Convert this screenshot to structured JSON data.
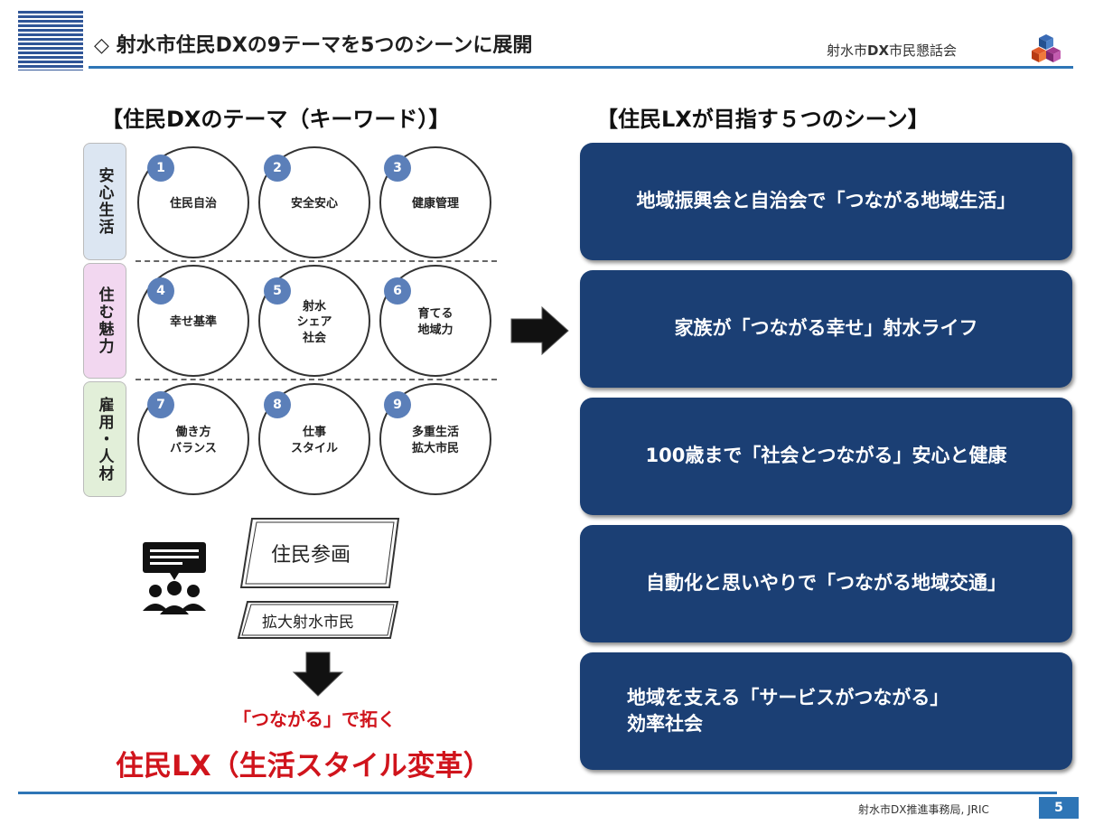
{
  "header": {
    "title": "◇ 射水市住民DXの9テーマを5つのシーンに展開",
    "org_prefix": "射水市",
    "org_bold": "DX",
    "org_suffix": "市民懇話会"
  },
  "themes": {
    "heading": "【住民DXのテーマ（キーワード）】",
    "categories": [
      {
        "label": "安心生活",
        "color": "#dce6f2"
      },
      {
        "label": "住む魅力",
        "color": "#f2d7f0"
      },
      {
        "label": "雇用・人材",
        "color": "#e2efd9"
      }
    ],
    "items": [
      {
        "num": "1",
        "label": "住民自治"
      },
      {
        "num": "2",
        "label": "安全安心"
      },
      {
        "num": "3",
        "label": "健康管理"
      },
      {
        "num": "4",
        "label": "幸せ基準"
      },
      {
        "num": "5",
        "label": "射水\nシェア\n社会"
      },
      {
        "num": "6",
        "label": "育てる\n地域力"
      },
      {
        "num": "7",
        "label": "働き方\nバランス"
      },
      {
        "num": "8",
        "label": "仕事\nスタイル"
      },
      {
        "num": "9",
        "label": "多重生活\n拡大市民"
      }
    ]
  },
  "scenes": {
    "heading": "【住民LXが目指す５つのシーン】",
    "items": [
      "地域振興会と自治会で「つながる地域生活」",
      "家族が「つながる幸せ」射水ライフ",
      "100歳まで「社会とつながる」安心と健康",
      "自動化と思いやりで「つながる地域交通」",
      "地域を支える「サービスがつながる」\n効率社会"
    ],
    "color": "#1b3f74"
  },
  "participation": {
    "top": "住民参画",
    "bottom": "拡大射水市民"
  },
  "conclusion": {
    "line1": "「つながる」で拓く",
    "line2": "住民LX（生活スタイル変革）",
    "color": "#d0141c"
  },
  "footer": {
    "text": "射水市DX推進事務局, JRIC",
    "page": "5"
  }
}
